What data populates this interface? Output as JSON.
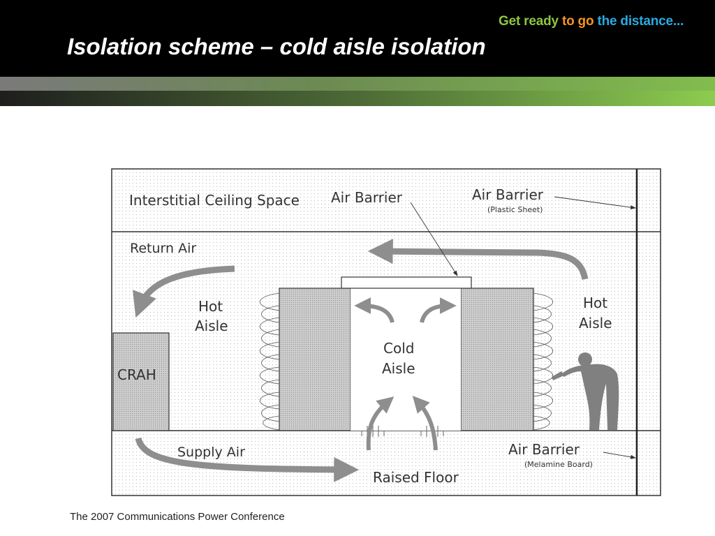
{
  "header": {
    "title": "Isolation scheme – cold aisle isolation",
    "tagline": {
      "part1": "Get ready ",
      "part2": "to go ",
      "part3": "the distance...",
      "colors": [
        "#8dc63f",
        "#f7941d",
        "#29abe2"
      ]
    }
  },
  "diagram": {
    "labels": {
      "interstitial_ceiling": "Interstitial Ceiling Space",
      "air_barrier_top": "Air Barrier",
      "air_barrier_right": "Air Barrier",
      "plastic_sheet": "(Plastic Sheet)",
      "return_air": "Return Air",
      "hot_aisle_left_1": "Hot",
      "hot_aisle_left_2": "Aisle",
      "hot_aisle_right_1": "Hot",
      "hot_aisle_right_2": "Aisle",
      "cold_aisle_1": "Cold",
      "cold_aisle_2": "Aisle",
      "crah": "CRAH",
      "supply_air": "Supply Air",
      "raised_floor": "Raised Floor",
      "air_barrier_floor": "Air Barrier",
      "melamine_board": "(Melamine Board)"
    }
  },
  "footer": {
    "text": "The 2007 Communications Power Conference"
  }
}
